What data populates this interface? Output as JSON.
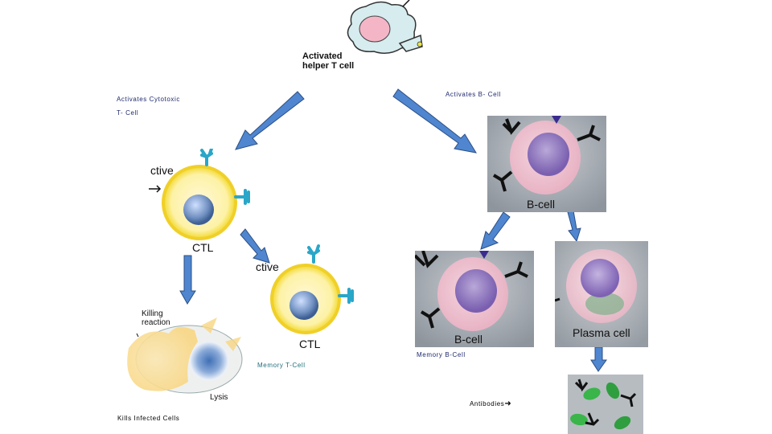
{
  "helper_t": {
    "label_line1": "Activated",
    "label_line2": "helper T cell"
  },
  "captions": {
    "activates_cytotoxic_1": "Activates  Cytotoxic",
    "activates_cytotoxic_2": "T- Cell",
    "activates_b": "Activates  B- Cell",
    "memory_t": "Memory  T-Cell",
    "memory_b": "Memory  B-Cell",
    "kills": "Kills  Infected Cells",
    "antibodies": "Antibodies"
  },
  "ctl_main": {
    "label_top": "ctive",
    "label_bottom": "CTL"
  },
  "ctl_memory": {
    "label_top": "ctive",
    "label_bottom": "CTL"
  },
  "lysis": {
    "killing_1": "Killing",
    "killing_2": "reaction",
    "lysis": "Lysis"
  },
  "b_cell_main": {
    "label": "B-cell"
  },
  "b_cell_memory": {
    "label": "B-cell"
  },
  "plasma_cell": {
    "label": "Plasma cell"
  },
  "colors": {
    "arrow_fill": "#4f86cf",
    "arrow_stroke": "#2c4f86",
    "ctl_ring": "#f3e04a",
    "receptor": "#2aa6c8"
  }
}
